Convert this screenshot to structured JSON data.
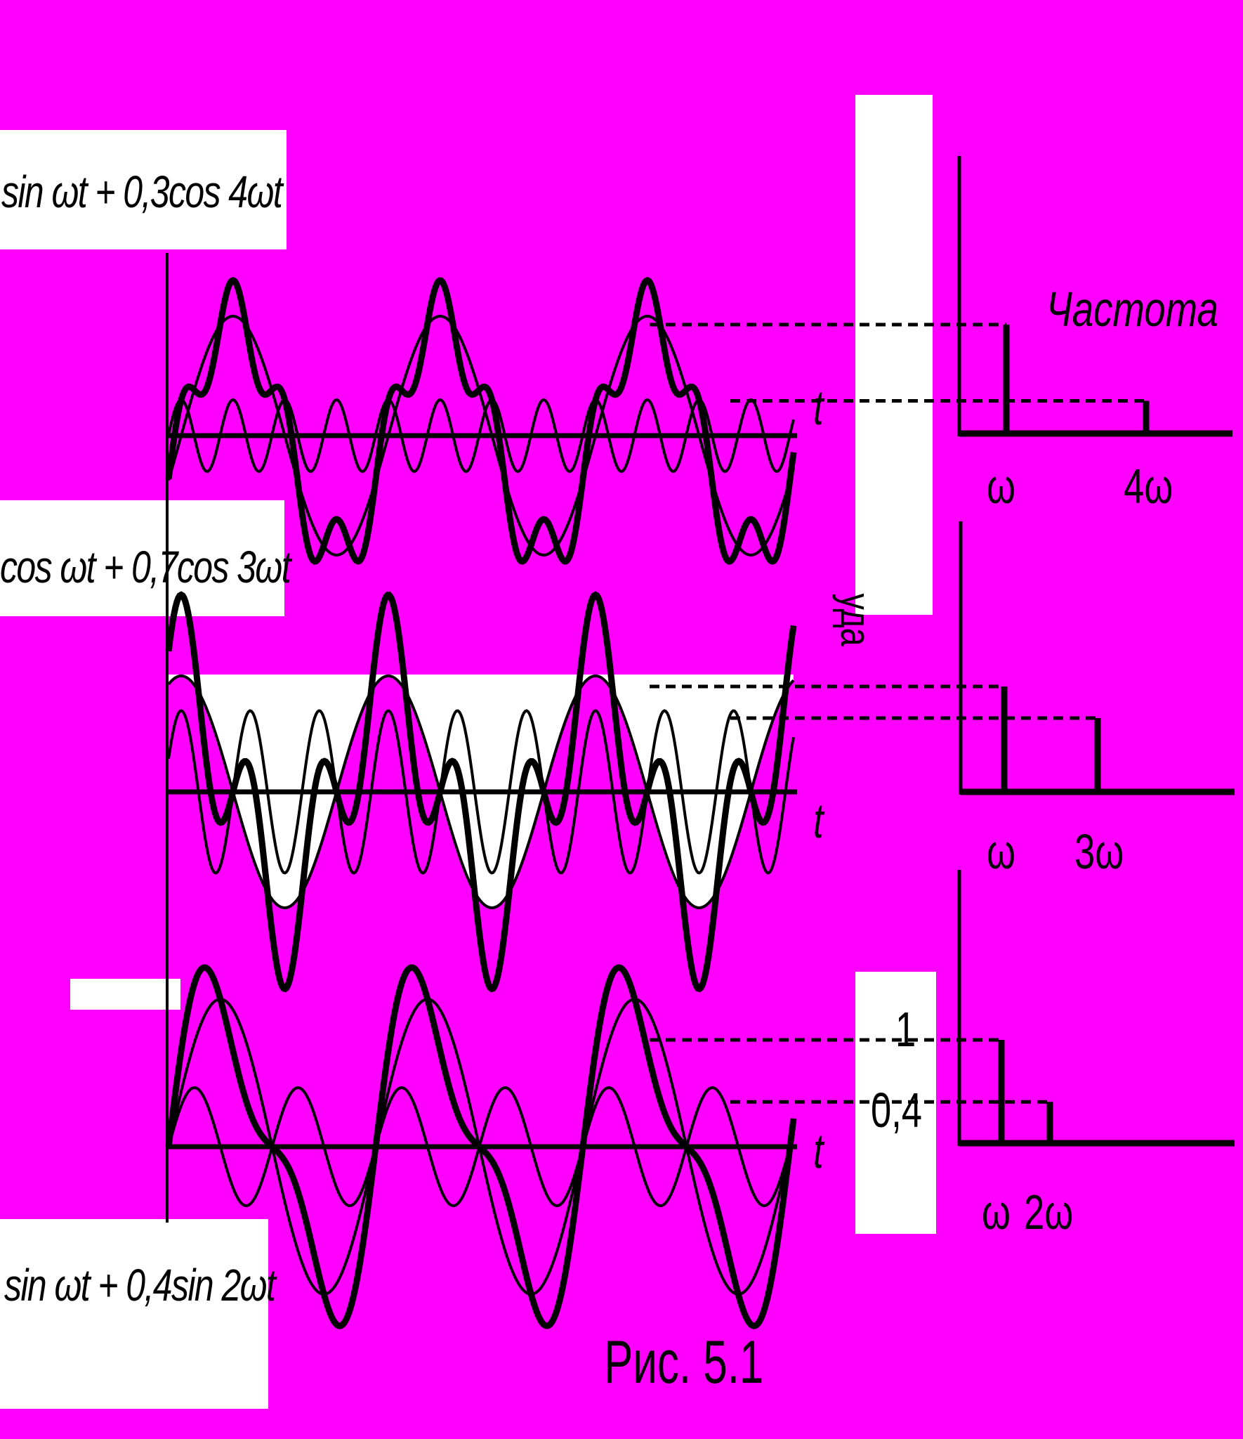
{
  "figure": {
    "caption": "Рис. 5.1",
    "amplitude_label": "Амплитуда",
    "frequency_label": "Частота",
    "time_label": "t"
  },
  "panels": [
    {
      "formula": "sin ωt + 0,3cos 4ωt",
      "spectrum_labels": [
        "ω",
        "4ω"
      ],
      "components": [
        {
          "fn": "sin",
          "amp": 1.0,
          "harmonic": 1
        },
        {
          "fn": "cos",
          "amp": 0.3,
          "harmonic": 4
        }
      ]
    },
    {
      "formula": "cos ωt + 0,7cos 3ωt",
      "spectrum_labels": [
        "ω",
        "3ω"
      ],
      "components": [
        {
          "fn": "cos",
          "amp": 1.0,
          "harmonic": 1
        },
        {
          "fn": "cos",
          "amp": 0.7,
          "harmonic": 3
        }
      ]
    },
    {
      "formula": "sin ωt + 0,4sin 2ωt",
      "spectrum_labels": [
        "ω",
        "2ω"
      ],
      "amplitude_ticks": [
        "1",
        "0,4"
      ],
      "components": [
        {
          "fn": "sin",
          "amp": 1.0,
          "harmonic": 1
        },
        {
          "fn": "sin",
          "amp": 0.4,
          "harmonic": 2
        }
      ]
    }
  ],
  "colors": {
    "background": "#FF00FF",
    "ink": "#000000",
    "label_box": "#FFFFFF"
  }
}
